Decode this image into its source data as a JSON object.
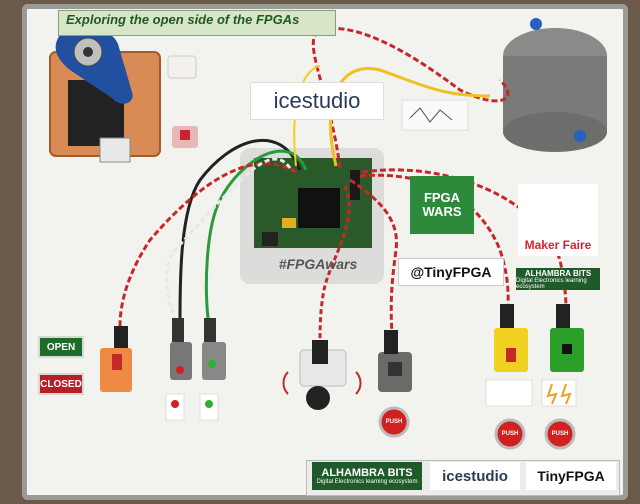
{
  "board": {
    "title": "Exploring the open side of the FPGAs",
    "open_label": "OPEN",
    "closed_label": "CLOSED",
    "icestudio_logo": "icestudio",
    "fpgawars_logo_line1": "FPGA",
    "fpgawars_logo_line2": "WARS",
    "maker_faire": "Maker Faire",
    "tinyfpga_handle": "@TinyFPGA",
    "alhambra_small": "ALHAMBRA BITS",
    "alhambra_small_sub": "Digital Electronics learning ecosystem",
    "chip_label": "#FPGAwars",
    "push_label": "PUSH",
    "bottom_alhambra": "ALHAMBRA BITS",
    "bottom_alhambra_sub": "Digital Electronics learning ecosystem",
    "bottom_icestudio": "icestudio",
    "bottom_tinyfpga": "TinyFPGA"
  },
  "colors": {
    "board": "#f2f2ee",
    "green_label": "#1f6b2a",
    "red_label": "#b81e26",
    "pcb": "#2a5a2a"
  },
  "icons": [
    "servo-icon",
    "lock-icon",
    "led-red-icon",
    "led-green-icon",
    "lightning-icon",
    "sound-waves-icon"
  ]
}
